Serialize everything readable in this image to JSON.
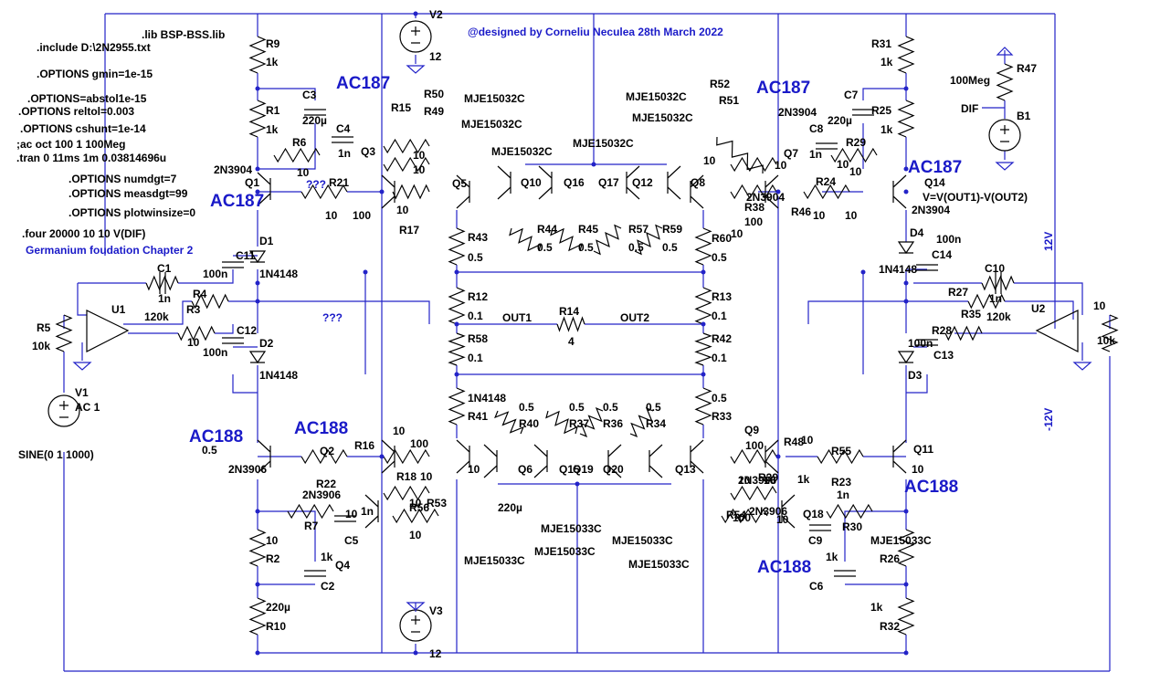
{
  "credit": "@designed by Corneliu Neculea 28th March 2022",
  "subtitle": "Germanium foudation Chapter 2",
  "directives": [
    ".lib BSP-BSS.lib",
    ".include D:\\2N2955.txt",
    ".OPTIONS gmin=1e-15",
    ".OPTIONS=abstol1e-15",
    ".OPTIONS reltol=0.003",
    ".OPTIONS cshunt=1e-14",
    ";ac oct 100 1 100Meg",
    ".tran 0 11ms 1m 0.03814696u",
    ".OPTIONS numdgt=7",
    ".OPTIONS measdgt=99",
    ".OPTIONS plotwinsize=0",
    ".four 20000 10 10 V(DIF)"
  ],
  "measure": "V=V(OUT1)-V(OUT2)",
  "rails": {
    "pos": "12V",
    "neg": "-12V"
  },
  "big_labels": {
    "ac187_a": "AC187",
    "ac187_b": "AC187",
    "ac187_c": "AC187",
    "ac187_d": "AC187",
    "ac188_a": "AC188",
    "ac188_b": "AC188",
    "ac188_c": "AC188",
    "ac188_d": "AC188"
  },
  "q_marks": "???",
  "sources": {
    "v1_name": "V1",
    "v1_val": "AC 1",
    "v1_sine": "SINE(0 1 1000)",
    "v2_name": "V2",
    "v2_val": "12",
    "v3_name": "V3",
    "v3_val": "12",
    "b1_name": "B1",
    "dif": "DIF"
  },
  "nets": {
    "out1": "OUT1",
    "out2": "OUT2"
  },
  "labels": [
    "R9",
    "1k",
    "C3",
    "R1",
    "1k",
    "220µ",
    "C4",
    "1n",
    "Q3",
    "R6",
    "10",
    "2N3904",
    "Q1",
    "R21",
    "10",
    "R15",
    "R50",
    "R49",
    "MJE15032C",
    "MJE15032C",
    "MJE15032C",
    "MJE15032C",
    "MJE15032C",
    "MJE15032C",
    "R52",
    "R51",
    "10",
    "10",
    "Q5",
    "Q10",
    "Q16",
    "Q17",
    "Q12",
    "Q8",
    "R17",
    "100",
    "10",
    "R43",
    "0.5",
    "R44",
    "0.5",
    "R45",
    "0.5",
    "R57",
    "0.5",
    "R59",
    "0.5",
    "R60",
    "0.5",
    "R38",
    "100",
    "R46",
    "10",
    "R24",
    "Q7",
    "C8",
    "1n",
    "R29",
    "10",
    "R31",
    "1k",
    "C7",
    "R25",
    "1k",
    "220µ",
    "2N3904",
    "Q14",
    "2N3904",
    "D4",
    "100n",
    "C14",
    "1N4148",
    "R47",
    "100Meg",
    "D1",
    "C11",
    "100n",
    "1N4148",
    "C1",
    "1n",
    "R4",
    "120k",
    "U1",
    "R3",
    "10",
    "C12",
    "100n",
    "R5",
    "10k",
    "D2",
    "1N4148",
    "R12",
    "0.1",
    "R14",
    "4",
    "R13",
    "0.1",
    "R58",
    "0.1",
    "R42",
    "0.1",
    "C10",
    "1n",
    "R27",
    "120k",
    "U2",
    "R35",
    "10",
    "10k",
    "R28",
    "C13",
    "100n",
    "D3",
    "1N4148",
    "R41",
    "0.5",
    "R40",
    "0.5",
    "R37",
    "0.5",
    "R36",
    "0.5",
    "R34",
    "0.5",
    "R33",
    "0.5",
    "2N3906",
    "Q2",
    "R22",
    "10",
    "R16",
    "100",
    "R18",
    "10",
    "R53",
    "R56",
    "10",
    "Q6",
    "Q15",
    "Q19",
    "Q20",
    "Q13",
    "Q9",
    "R48",
    "100",
    "R39",
    "R55",
    "R23",
    "10",
    "Q11",
    "2N3906",
    "R7",
    "10",
    "C5",
    "1n",
    "Q4",
    "2N3906",
    "R54",
    "10",
    "Q18",
    "C9",
    "1n",
    "R30",
    "10",
    "R2",
    "1k",
    "C2",
    "220µ",
    "MJE15033C",
    "MJE15033C",
    "MJE15033C",
    "MJE15033C",
    "MJE15033C",
    "MJE15033C",
    "R26",
    "1k",
    "C6",
    "220µ",
    "R10",
    "1k",
    "R32",
    "1k",
    "2N3906",
    "10",
    "2N3904",
    "10",
    "100",
    "10",
    "10",
    "10",
    "10",
    "10",
    "10",
    "10",
    "10",
    "100",
    "10",
    "10",
    "10",
    "1n",
    "10",
    "10"
  ]
}
